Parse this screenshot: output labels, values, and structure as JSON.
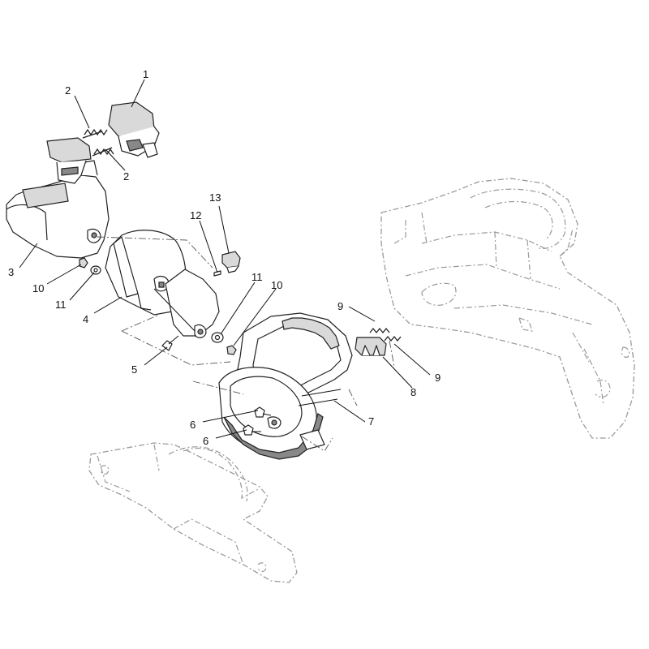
{
  "callouts": [
    {
      "id": "c1",
      "text": "1"
    },
    {
      "id": "c2a",
      "text": "2"
    },
    {
      "id": "c2b",
      "text": "2"
    },
    {
      "id": "c3",
      "text": "3"
    },
    {
      "id": "c4",
      "text": "4"
    },
    {
      "id": "c5",
      "text": "5"
    },
    {
      "id": "c6a",
      "text": "6"
    },
    {
      "id": "c6b",
      "text": "6"
    },
    {
      "id": "c7",
      "text": "7"
    },
    {
      "id": "c8",
      "text": "8"
    },
    {
      "id": "c9a",
      "text": "9"
    },
    {
      "id": "c9b",
      "text": "9"
    },
    {
      "id": "c10a",
      "text": "10"
    },
    {
      "id": "c10b",
      "text": "10"
    },
    {
      "id": "c11a",
      "text": "11"
    },
    {
      "id": "c11b",
      "text": "11"
    },
    {
      "id": "c12",
      "text": "12"
    },
    {
      "id": "c13",
      "text": "13"
    }
  ]
}
